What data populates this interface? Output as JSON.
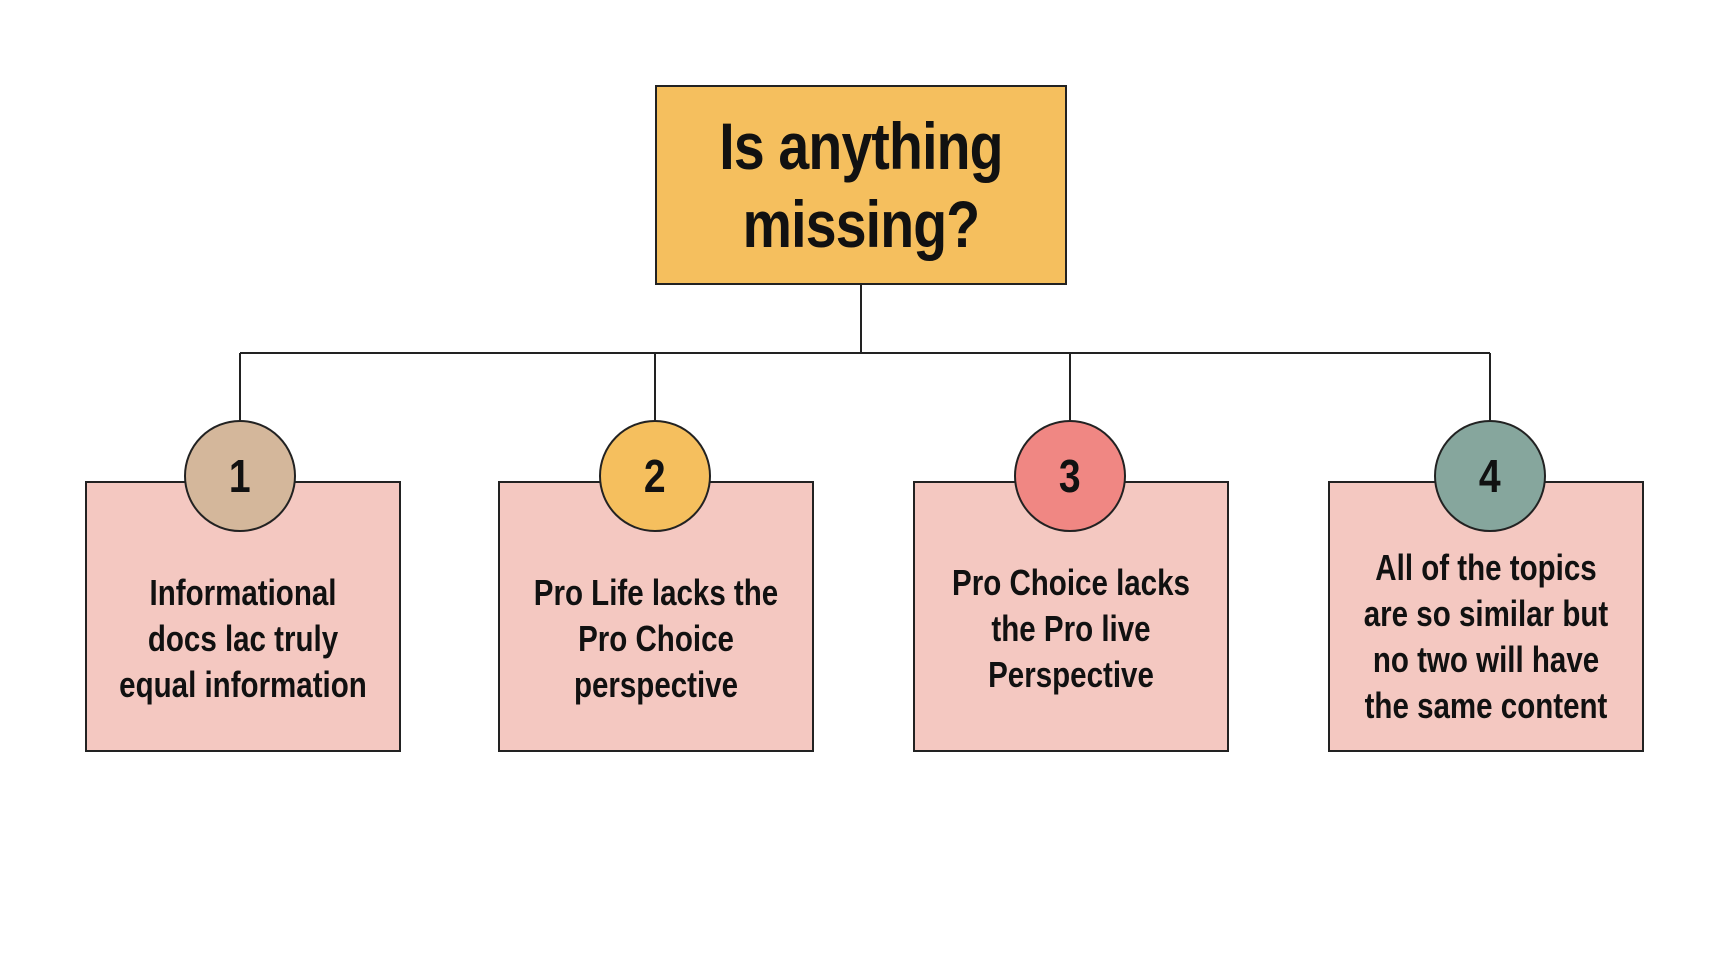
{
  "title": "Is anything missing?",
  "colors": {
    "title_fill": "#f5bf5e",
    "card_fill": "#f4c8c1",
    "line": "#222222"
  },
  "items": [
    {
      "number": "1",
      "color": "#d4b79b",
      "text": "Informational docs lac truly equal information"
    },
    {
      "number": "2",
      "color": "#f5bf5e",
      "text": "Pro Life lacks the Pro Choice perspective"
    },
    {
      "number": "3",
      "color": "#f08783",
      "text": "Pro Choice lacks the Pro live Perspective"
    },
    {
      "number": "4",
      "color": "#86a69d",
      "text": "All of the topics are so similar but no two will have the same content"
    }
  ]
}
